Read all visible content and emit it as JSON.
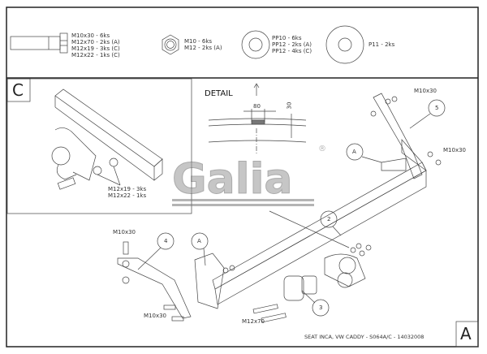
{
  "parts_list": {
    "bolts": [
      "M10x30 - 6ks",
      "M12x70 - 2ks (A)",
      "M12x19 - 3ks (C)",
      "M12x22 - 1ks (C)"
    ],
    "nuts": [
      "M10 - 6ks",
      "M12 - 2ks (A)"
    ],
    "washers": [
      "PP10 - 6ks",
      "PP12 - 2ks (A)",
      "PP12 - 4ks (C)"
    ],
    "large_washer": [
      "P11 - 2ks"
    ]
  },
  "panel_c": {
    "label": "C",
    "bolt_notes": [
      "M12x19 - 3ks",
      "M12x22 - 1ks"
    ]
  },
  "detail": {
    "title": "DETAIL",
    "dim_width": "80",
    "dim_height": "30"
  },
  "logo": {
    "text": "Galia",
    "mark": "®"
  },
  "callouts": {
    "part2": "2",
    "part3": "3",
    "part4": "4",
    "part5": "5",
    "a_left": "A",
    "a_right": "A"
  },
  "bolt_labels": {
    "right_top": "M10x30",
    "right_mid": "M10x30",
    "left_top": "M10x30",
    "left_bottom": "M10x30",
    "center": "M12x70"
  },
  "footer": {
    "caption": "SEAT INCA, VW CADDY - S064A/C - 14032008",
    "sheet_label": "A"
  }
}
